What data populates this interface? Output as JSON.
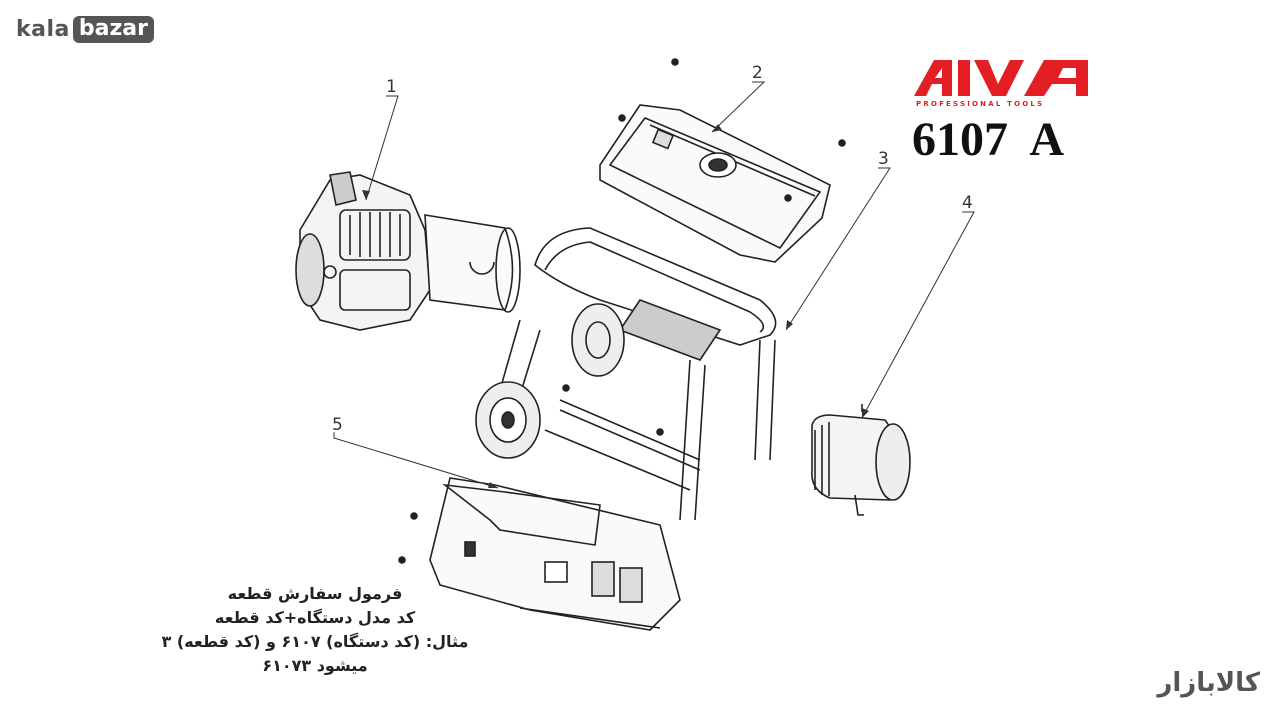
{
  "watermark": {
    "kala": "kala",
    "bazar": "bazar",
    "fa_logo": "کالابازار"
  },
  "brand": {
    "name": "AIVA",
    "tagline": "PROFESSIONAL TOOLS",
    "color": "#e31e24"
  },
  "model_code": "6107  A",
  "callouts": [
    "1",
    "2",
    "3",
    "4",
    "5"
  ],
  "note_lines": [
    "فرمول سفارش قطعه",
    "کد مدل دستگاه+کد قطعه",
    "مثال: (کد دستگاه) ۶۱۰۷ و (کد قطعه) ۳",
    "میشود ۶۱۰۷۳"
  ]
}
